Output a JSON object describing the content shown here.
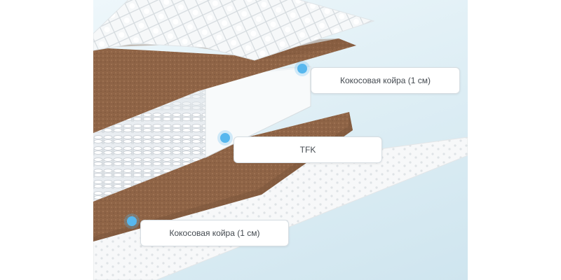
{
  "colors": {
    "coir": "#8f6446",
    "coir_dark": "#7a543a",
    "springs": "#eef1f4",
    "cover": "#f5f7f8",
    "marker": "#57b7ee",
    "background": "#dcedf4"
  },
  "layers": [
    {
      "label": "Кокосовая койра (1 см)"
    },
    {
      "label": "TFK"
    },
    {
      "label": "Кокосовая койра (1 см)"
    }
  ]
}
